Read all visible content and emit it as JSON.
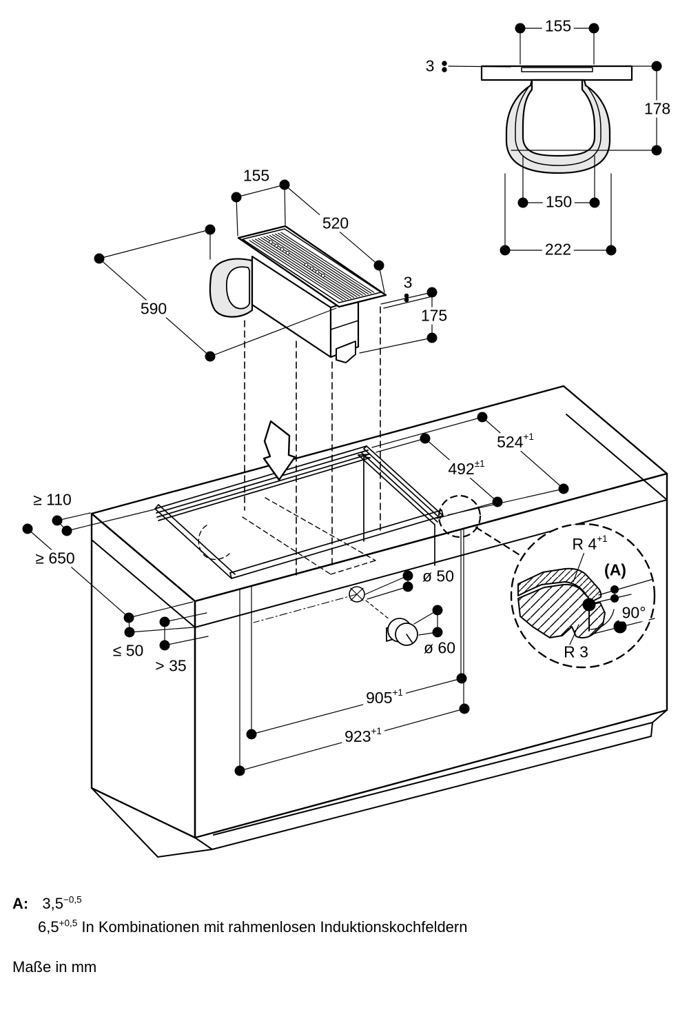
{
  "views": {
    "section": {
      "d155": "155",
      "d3": "3",
      "d178": "178",
      "d150": "150",
      "d222": "222"
    },
    "appliance": {
      "d155": "155",
      "d520": "520",
      "d590": "590",
      "d3": "3",
      "d175": "175"
    },
    "cabinet": {
      "d524": {
        "v": "524",
        "t": "+1"
      },
      "d492": {
        "v": "492",
        "t": "±1"
      },
      "d110": "≥ 110",
      "d650": "≥ 650",
      "d50max": "≤ 50",
      "d35": "> 35",
      "dia50": "ø 50",
      "dia60": "ø 60",
      "d905": {
        "v": "905",
        "t": "+1"
      },
      "d923": {
        "v": "923",
        "t": "+1"
      }
    },
    "detail": {
      "r4": {
        "v": "R 4",
        "t": "+1"
      },
      "a": "(A)",
      "angle": "90°",
      "r3": "R 3"
    }
  },
  "notes": {
    "a_key": "A:",
    "a_val1": {
      "v": "3,5",
      "t": "−0,5"
    },
    "a_val2": {
      "v": "6,5",
      "t": "+0,5"
    },
    "a_val2_text": "In Kombinationen mit rahmenlosen Induktionskochfeldern",
    "units": "Maße in mm"
  },
  "colors": {
    "ink": "#000000",
    "shade": "#e8e8e8",
    "background": "#ffffff"
  }
}
